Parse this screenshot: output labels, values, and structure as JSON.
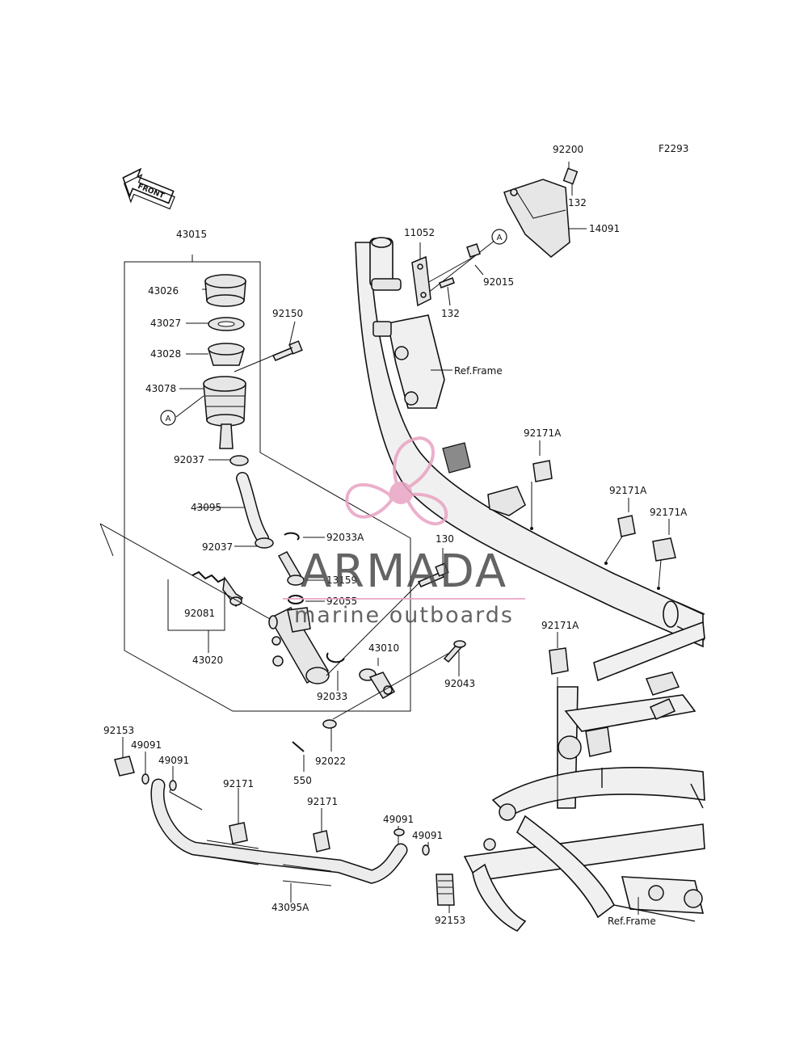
{
  "figure_code": "F2293",
  "front_label": "FRONT",
  "ref_frame_label": "Ref.Frame",
  "callout_letter": "A",
  "watermark": {
    "brand": "ARMADA",
    "tagline": "marine outboards",
    "color": "#e8a3c2",
    "text_color": "#4a4a4a"
  },
  "part_labels": {
    "p92200": "92200",
    "p132_top": "132",
    "p14091": "14091",
    "p11052": "11052",
    "p92015": "92015",
    "p132_mid": "132",
    "p43015": "43015",
    "p43026": "43026",
    "p43027": "43027",
    "p43028": "43028",
    "p92150": "92150",
    "p43078": "43078",
    "p92037_top": "92037",
    "p43095": "43095",
    "p92037_mid": "92037",
    "p92033A": "92033A",
    "p130": "130",
    "p13159": "13159",
    "p92055": "92055",
    "p92081": "92081",
    "p43020": "43020",
    "p92033": "92033",
    "p43010": "43010",
    "p92043": "92043",
    "p92022": "92022",
    "p550": "550",
    "p92171A_1": "92171A",
    "p92171A_2": "92171A",
    "p92171A_3": "92171A",
    "p92171A_4": "92171A",
    "p92153_left": "92153",
    "p49091_1": "49091",
    "p49091_2": "49091",
    "p92171_1": "92171",
    "p92171_2": "92171",
    "p43095A": "43095A",
    "p49091_3": "49091",
    "p49091_4": "49091",
    "p92153_right": "92153"
  }
}
